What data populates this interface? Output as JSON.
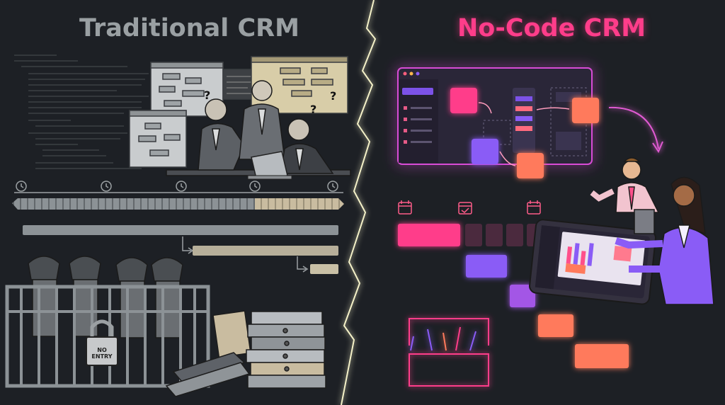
{
  "titles": {
    "left": "Traditional CRM",
    "right": "No-Code CRM"
  },
  "labels": {
    "no_entry": "NO ENTRY"
  },
  "colors": {
    "background": "#1d2025",
    "left_title": "#9aa0a3",
    "right_title": "#ff3d8a",
    "neon_pink": "#ff3d8a",
    "neon_purple": "#8a5cf6",
    "neon_coral": "#ff7a5c",
    "lightning": "#f4f1c8"
  },
  "icons": [
    "clock-icon",
    "calendar-icon",
    "toolbox-icon",
    "padlock-icon",
    "binder-icon",
    "laptop-icon",
    "tablet-icon"
  ]
}
